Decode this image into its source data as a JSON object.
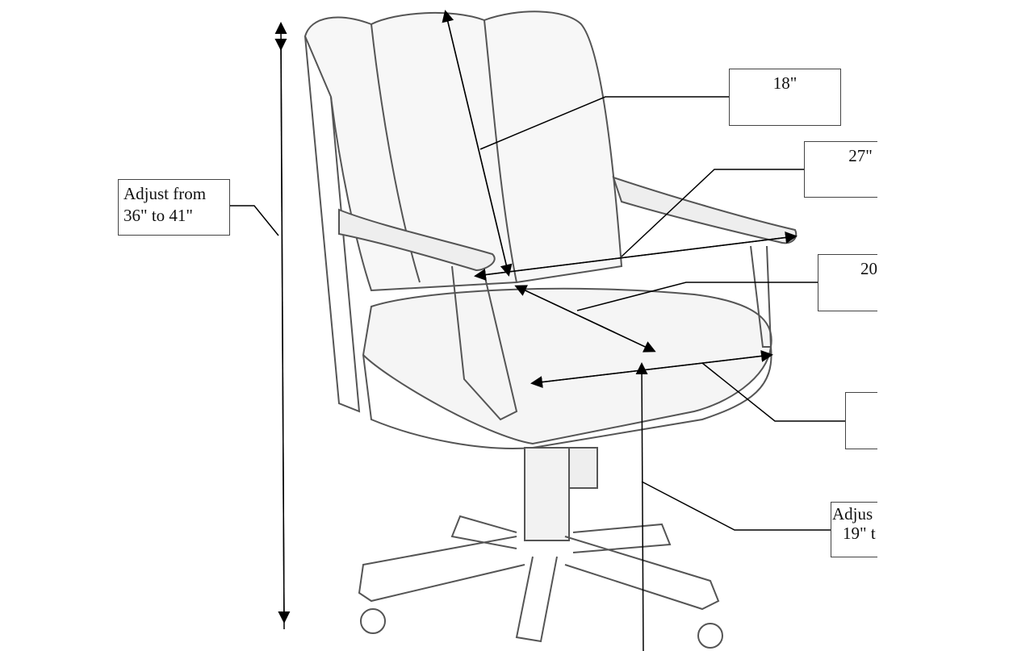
{
  "labels": {
    "overall_height": [
      "Adjust from",
      "36\" to 41\""
    ],
    "back_height": "18\"",
    "arm_width": "27\"",
    "seat_depth": "20",
    "seat_width": "",
    "seat_height": [
      "Adjus",
      "19\" t"
    ]
  },
  "colors": {
    "line": "#111111",
    "sketch": "#555555"
  }
}
